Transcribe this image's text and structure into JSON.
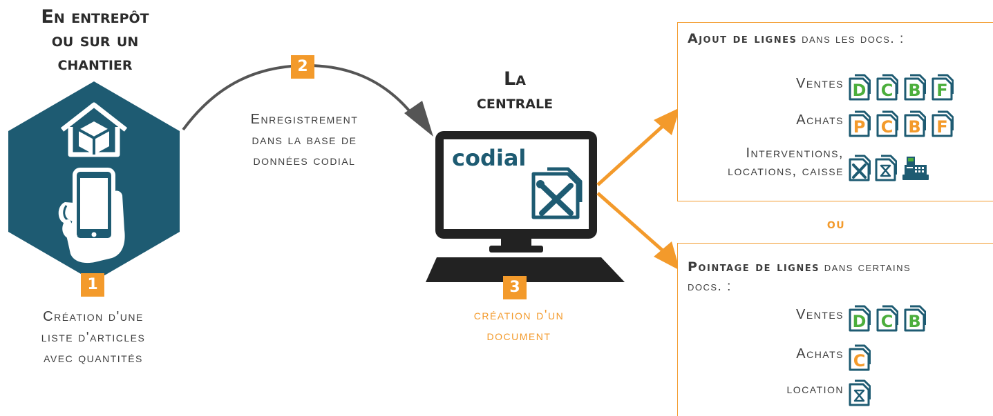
{
  "warehouse": {
    "heading_line1": "En entrepôt",
    "heading_line2": "ou sur un",
    "heading_line3": "chantier",
    "step_number": "1",
    "caption_line1": "Création d'une",
    "caption_line2": "liste d'articles",
    "caption_line3": "avec quantités"
  },
  "transfer": {
    "step_number": "2",
    "caption_line1": "Enregistrement",
    "caption_line2": "dans la base de",
    "caption_line3": "données codial"
  },
  "central": {
    "heading_line1": "La",
    "heading_line2": "centrale",
    "logo_text": "codial",
    "step_number": "3",
    "caption_line1": "création d'un",
    "caption_line2": "document"
  },
  "ajout_box": {
    "title_bold": "Ajout de lignes",
    "title_rest": "dans les docs. :",
    "rows": [
      {
        "label": "Ventes",
        "docs": [
          "D",
          "C",
          "B",
          "F"
        ]
      },
      {
        "label": "Achats",
        "docs": [
          "P",
          "C",
          "B",
          "F"
        ]
      },
      {
        "label_line1": "Interventions,",
        "label_line2": "locations, caisse"
      }
    ]
  },
  "separator": "ou",
  "pointage_box": {
    "title_bold": "Pointage de lignes",
    "title_rest": "dans certains",
    "title_line2": "docs. :",
    "rows": [
      {
        "label": "Ventes",
        "docs": [
          "D",
          "C",
          "B"
        ]
      },
      {
        "label": "Achats",
        "docs": [
          "C"
        ]
      },
      {
        "label": "location"
      }
    ]
  },
  "colors": {
    "teal": "#1e5b72",
    "orange": "#f39a2b",
    "green": "#4cae3c",
    "doc_orange": "#f39a2b",
    "text": "#3c3c3c",
    "monitor": "#222222"
  }
}
